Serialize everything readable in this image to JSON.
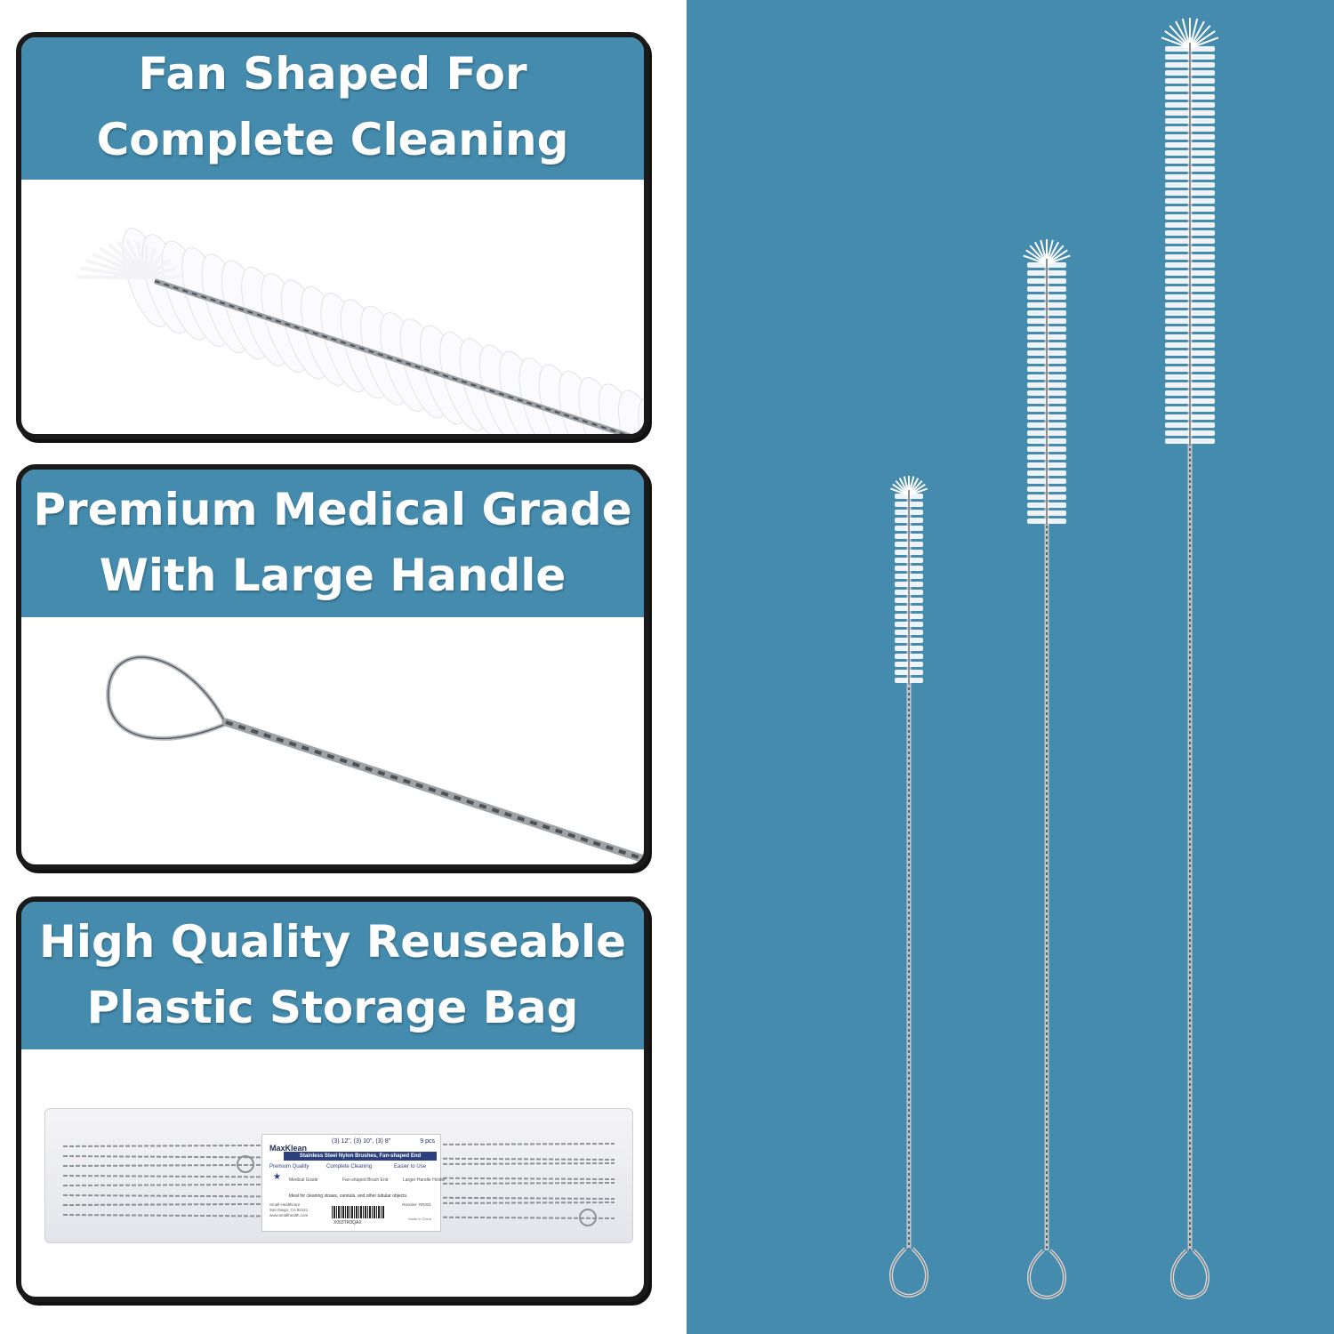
{
  "panels": [
    {
      "line1": "Fan Shaped For",
      "line2": "Complete Cleaning"
    },
    {
      "line1": "Premium Medical Grade",
      "line2": "With Large Handle"
    },
    {
      "line1": "High Quality Reuseable",
      "line2": "Plastic Storage Bag"
    }
  ],
  "package_label": {
    "brand": "MaxKlean",
    "sizes": "(3) 12\", (3) 10\", (3) 8\"",
    "count": "9 pcs",
    "subtitle": "Stainless Steel Nylon Brushes, Fan-shaped End",
    "features": [
      "Premium Quality",
      "Complete Cleaning",
      "Easier to Use"
    ],
    "feature_sub": [
      "Medical Grade",
      "Fan-shaped Brush End",
      "Larger Handle Holder"
    ],
    "description": "Ideal for cleaning straws, cannula, and other tubular objects.",
    "address": [
      "Small Healthcare",
      "San Diego, CA 92121",
      "www.smallhealth.com"
    ],
    "reorder": "Reorder: RR001",
    "barcode_text": "X003TR3QAX",
    "made_in": "Made in China"
  },
  "colors": {
    "accent": "#448bad",
    "border": "#1a1a1a",
    "label_navy": "#2c3f7e"
  }
}
